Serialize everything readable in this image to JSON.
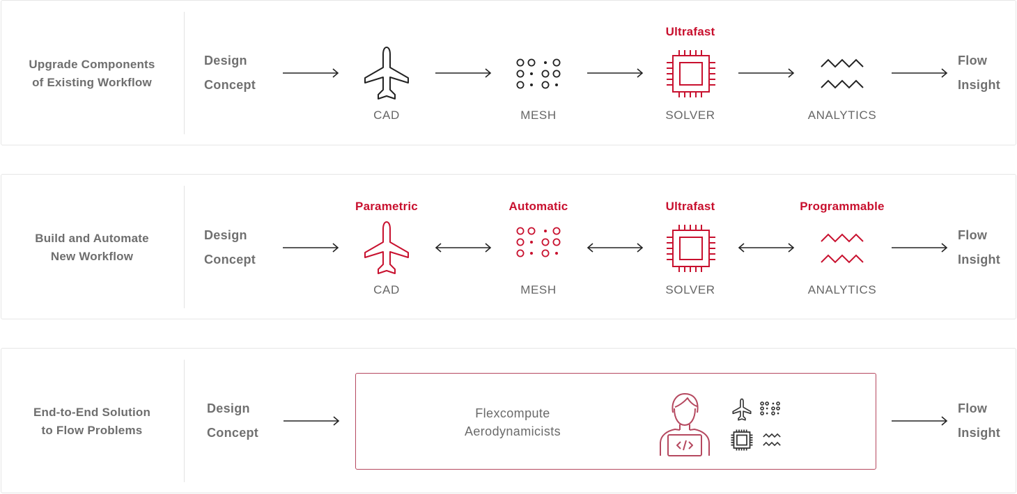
{
  "colors": {
    "accent": "#c8102e",
    "ink": "#222222",
    "muted": "#6b6b6b",
    "border": "#e6e6e6"
  },
  "rows": [
    {
      "title_lines": [
        "Upgrade Components",
        "of Existing Workflow"
      ],
      "start_lines": [
        "Design",
        "Concept"
      ],
      "end_lines": [
        "Flow",
        "Insight"
      ],
      "stages": [
        {
          "tag": "",
          "label": "CAD",
          "icon": "airplane-icon"
        },
        {
          "tag": "",
          "label": "MESH",
          "icon": "mesh-dots-icon"
        },
        {
          "tag": "Ultrafast",
          "label": "SOLVER",
          "icon": "chip-icon"
        },
        {
          "tag": "",
          "label": "ANALYTICS",
          "icon": "zigzag-icon"
        }
      ]
    },
    {
      "title_lines": [
        "Build and Automate",
        "New Workflow"
      ],
      "start_lines": [
        "Design",
        "Concept"
      ],
      "end_lines": [
        "Flow",
        "Insight"
      ],
      "stages": [
        {
          "tag": "Parametric",
          "label": "CAD",
          "icon": "airplane-icon"
        },
        {
          "tag": "Automatic",
          "label": "MESH",
          "icon": "mesh-dots-icon"
        },
        {
          "tag": "Ultrafast",
          "label": "SOLVER",
          "icon": "chip-icon"
        },
        {
          "tag": "Programmable",
          "label": "ANALYTICS",
          "icon": "zigzag-icon"
        }
      ]
    },
    {
      "title_lines": [
        "End-to-End Solution",
        "to Flow Problems"
      ],
      "start_lines": [
        "Design",
        "Concept"
      ],
      "end_lines": [
        "Flow",
        "Insight"
      ],
      "team": {
        "name_lines": [
          "Flexcompute",
          "Aerodynamicists"
        ],
        "icons": [
          "engineer-laptop-icon",
          "airplane-icon",
          "mesh-dots-icon",
          "chip-icon",
          "zigzag-icon"
        ]
      }
    }
  ]
}
